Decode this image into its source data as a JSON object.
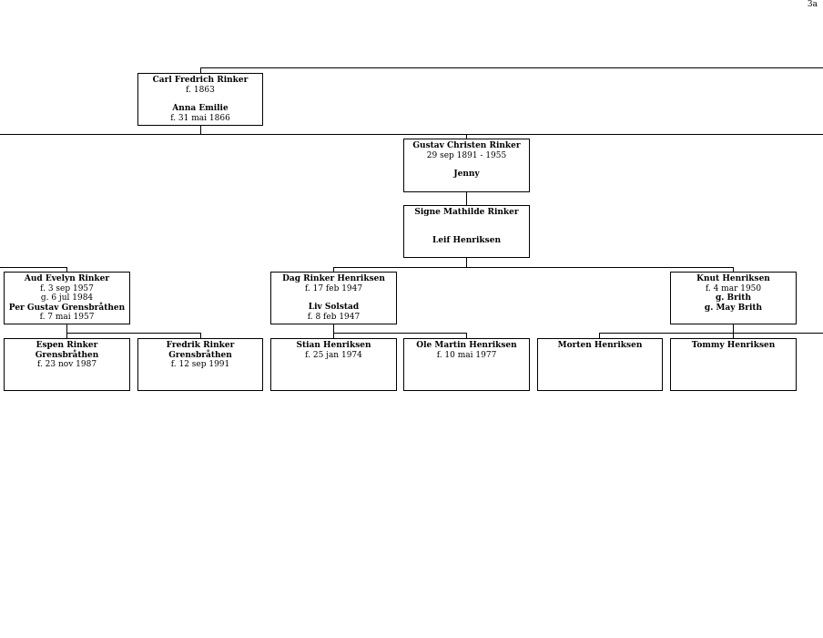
{
  "page_number": "3a",
  "persons": {
    "carl": {
      "name": "Carl Fredrich Rinker",
      "born": "f. 1863",
      "spouse": "Anna Emilie",
      "spouse_born": "f. 31 mai 1866"
    },
    "gustav": {
      "name": "Gustav Christen Rinker",
      "dates": "29 sep 1891 - 1955",
      "spouse": "Jenny"
    },
    "signe": {
      "name": "Signe Mathilde Rinker",
      "spouse": "Leif Henriksen"
    },
    "aud": {
      "name": "Aud Evelyn Rinker",
      "born": "f. 3 sep 1957",
      "married": "g. 6 jul 1984",
      "spouse": "Per Gustav Grensbråthen",
      "spouse_born": "f. 7 mai 1957"
    },
    "dag": {
      "name": "Dag Rinker Henriksen",
      "born": "f. 17 feb 1947",
      "spouse": "Liv Solstad",
      "spouse_born": "f. 8 feb 1947"
    },
    "knut": {
      "name": "Knut Henriksen",
      "born": "f. 4 mar 1950",
      "married1": "g. Brith",
      "married2": "g. May Brith"
    },
    "espen": {
      "name": "Espen Rinker Grensbråthen",
      "born": "f. 23 nov 1987"
    },
    "fredrik": {
      "name": "Fredrik Rinker Grensbråthen",
      "born": "f. 12 sep 1991"
    },
    "stian": {
      "name": "Stian Henriksen",
      "born": "f. 25 jan 1974"
    },
    "ole": {
      "name": "Ole Martin Henriksen",
      "born": "f. 10 mai 1977"
    },
    "morten": {
      "name": "Morten Henriksen"
    },
    "tommy": {
      "name": "Tommy Henriksen"
    }
  }
}
